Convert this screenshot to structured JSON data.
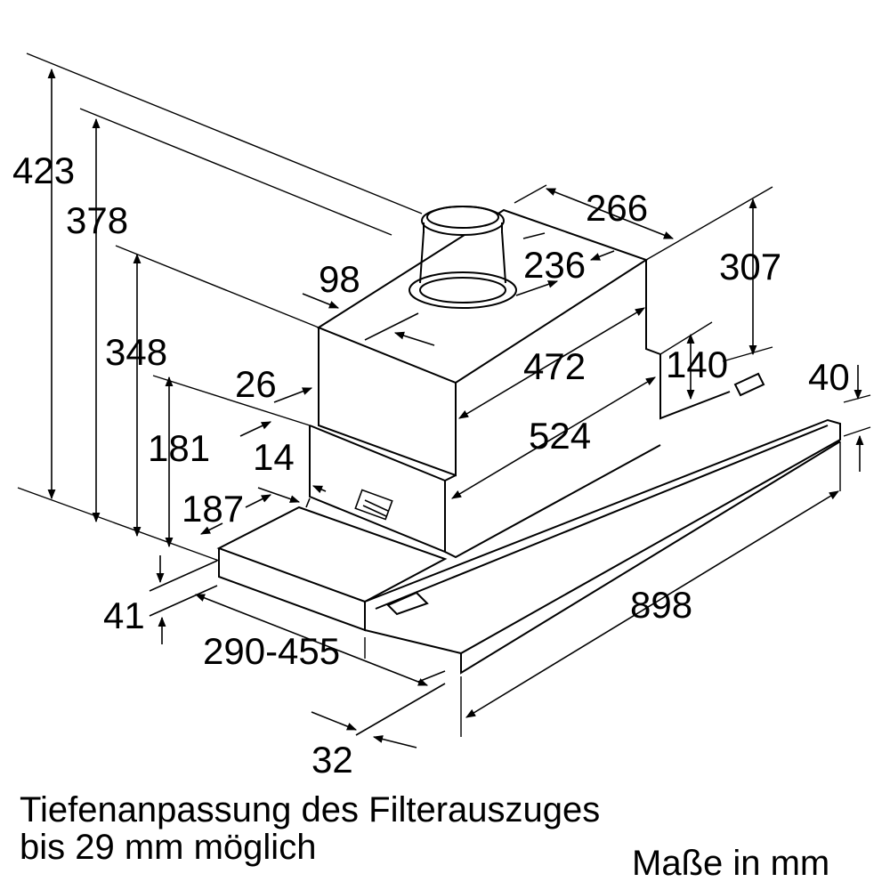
{
  "dimensions": {
    "d423": "423",
    "d378": "378",
    "d348": "348",
    "d181": "181",
    "d98": "98",
    "d26": "26",
    "d14": "14",
    "d187": "187",
    "d41": "41",
    "d290_455": "290-455",
    "d32": "32",
    "d266": "266",
    "d236": "236",
    "d307": "307",
    "d472": "472",
    "d140": "140",
    "d40": "40",
    "d524": "524",
    "d898": "898"
  },
  "notes": {
    "depth_line1": "Tiefenanpassung des Filterauszuges",
    "depth_line2": "bis 29 mm möglich",
    "units": "Maße in mm"
  },
  "colors": {
    "line": "#000000",
    "background": "#ffffff"
  }
}
